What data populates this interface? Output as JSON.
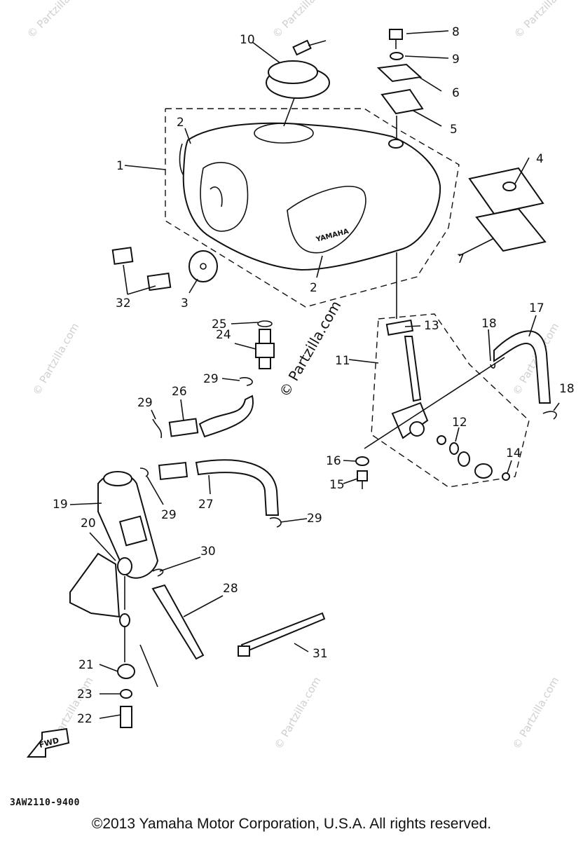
{
  "diagram": {
    "callouts": [
      "1",
      "2",
      "2",
      "3",
      "4",
      "5",
      "6",
      "7",
      "8",
      "9",
      "10",
      "11",
      "12",
      "13",
      "14",
      "15",
      "16",
      "17",
      "18",
      "18",
      "19",
      "20",
      "21",
      "22",
      "23",
      "24",
      "25",
      "26",
      "27",
      "28",
      "29",
      "29",
      "29",
      "29",
      "30",
      "31",
      "32"
    ],
    "tank_emblem_text": "YAMAHA",
    "fwd_label": "FWD",
    "watermark": "© Partzilla.com",
    "center_watermark": "© Partzilla.com"
  },
  "figure_code": "3AW2110-9400",
  "copyright": "©2013 Yamaha Motor Corporation, U.S.A. All rights reserved."
}
